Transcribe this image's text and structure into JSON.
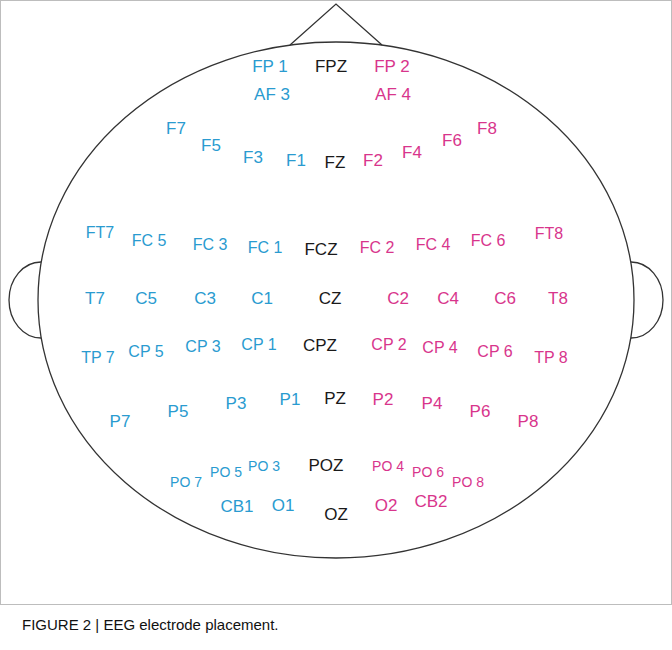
{
  "diagram": {
    "caption": "FIGURE 2 | EEG electrode placement.",
    "labels": [
      "FP 1",
      "FPZ",
      "FP 2",
      "AF 3",
      "AF 4",
      "F7",
      "F5",
      "F3",
      "F1",
      "FZ",
      "F2",
      "F4",
      "F6",
      "F8",
      "FT7",
      "FC 5",
      "FC 3",
      "FC 1",
      "FCZ",
      "FC 2",
      "FC 4",
      "FC 6",
      "FT8",
      "T7",
      "C5",
      "C3",
      "C1",
      "CZ",
      "C2",
      "C4",
      "C6",
      "T8",
      "TP 7",
      "CP 5",
      "CP 3",
      "CP 1",
      "CPZ",
      "CP 2",
      "CP 4",
      "CP 6",
      "TP 8",
      "P7",
      "P5",
      "P3",
      "P1",
      "PZ",
      "P2",
      "P4",
      "P6",
      "P8",
      "PO 7",
      "PO 5",
      "PO 3",
      "POZ",
      "PO 4",
      "PO 6",
      "PO 8",
      "CB1",
      "O1",
      "OZ",
      "O2",
      "CB2"
    ]
  }
}
